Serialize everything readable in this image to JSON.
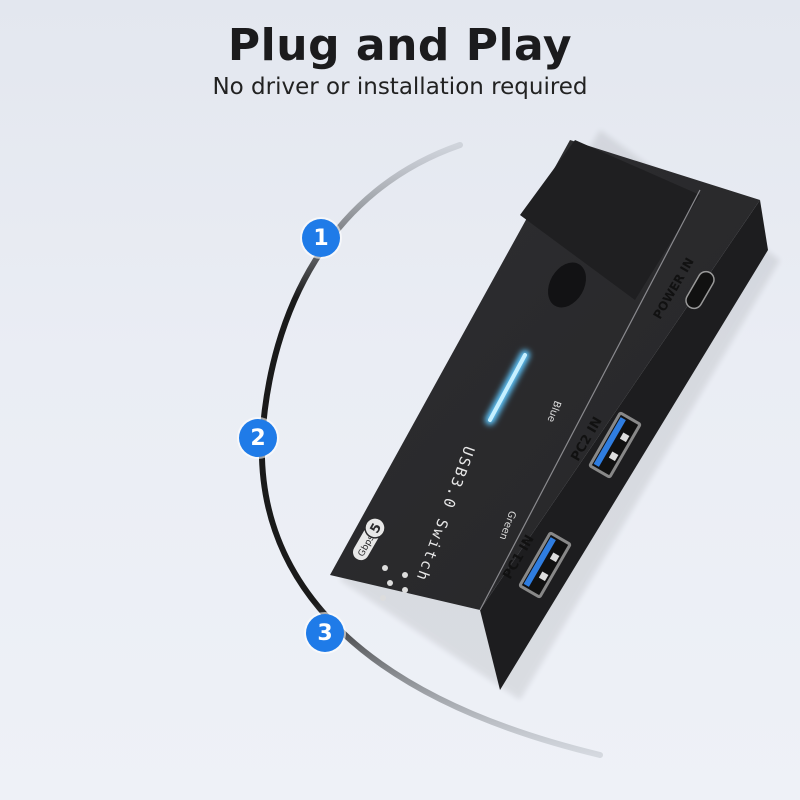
{
  "header": {
    "title": "Plug and Play",
    "subtitle": "No driver or installation required"
  },
  "steps": [
    {
      "number": "1"
    },
    {
      "number": "2"
    },
    {
      "number": "3"
    }
  ],
  "device": {
    "product_label": "USB3.0 Switch",
    "speed_badge_number": "5",
    "speed_badge_unit": "Gbps",
    "led_labels": {
      "top": "Blue",
      "bottom": "Green"
    },
    "ports": [
      {
        "label": "PC2 IN"
      },
      {
        "label": "PC1 IN"
      },
      {
        "label": "POWER IN"
      }
    ]
  },
  "colors": {
    "accent": "#1f7be8",
    "device_body": "#2a2a2c",
    "usb_port_blue": "#2f7de0",
    "led_glow": "#7fd6ff"
  }
}
